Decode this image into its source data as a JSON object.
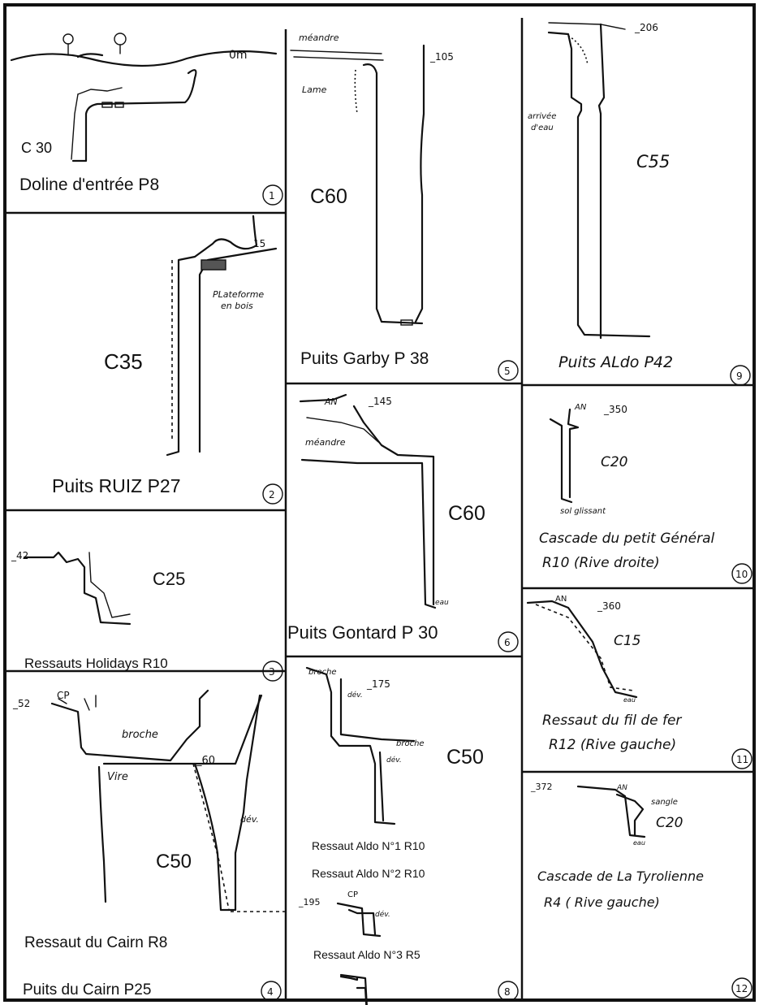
{
  "panels": [
    {
      "id": "1",
      "num": "1",
      "title": "Doline d'entrée P8",
      "labels": [
        "C 30",
        "0m"
      ]
    },
    {
      "id": "2",
      "num": "2",
      "title": "Puits RUIZ  P27",
      "labels": [
        "C35",
        "15",
        "PLateforme",
        "en bois"
      ]
    },
    {
      "id": "3",
      "num": "3",
      "title": "Ressauts Holidays R10",
      "labels": [
        "C25",
        "_42"
      ]
    },
    {
      "id": "4",
      "num": "4",
      "title": "Ressaut du Cairn R8",
      "title2": "Puits du Cairn P25",
      "labels": [
        "C50",
        "_52",
        "CP",
        "broche",
        "_60",
        "Vire",
        "dév."
      ]
    },
    {
      "id": "5",
      "num": "5",
      "title": "Puits Garby P 38",
      "labels": [
        "C60",
        "méandre",
        "Lame",
        "_105"
      ]
    },
    {
      "id": "6",
      "num": "6",
      "title": "Puits Gontard P 30",
      "labels": [
        "C60",
        "_145",
        "méandre",
        "AN",
        "eau"
      ]
    },
    {
      "id": "8",
      "num": "8",
      "title": "Ressaut Aldo N°1 R10",
      "title2": "Ressaut Aldo N°2 R10",
      "title3": "Ressaut Aldo N°3 R5",
      "labels": [
        "C50",
        "broche",
        "_175",
        "dév.",
        "broche",
        "dév.",
        "_195",
        "CP",
        "dév."
      ]
    },
    {
      "id": "9",
      "num": "9",
      "title": "Puits ALdo  P42",
      "labels": [
        "C55",
        "_206",
        "arrivée",
        "d'eau"
      ]
    },
    {
      "id": "10",
      "num": "10",
      "title": "Cascade du petit Général",
      "title2": "R10  (Rive droite)",
      "labels": [
        "C20",
        "_350",
        "AN",
        "sol glissant"
      ]
    },
    {
      "id": "11",
      "num": "11",
      "title": "Ressaut du fil de fer",
      "title2": "R12  (Rive gauche)",
      "labels": [
        "C15",
        "_360",
        "AN",
        "eau"
      ]
    },
    {
      "id": "12",
      "num": "12",
      "title": "Cascade de La Tyrolienne",
      "title2": "R4  ( Rive gauche)",
      "labels": [
        "C20",
        "_372",
        "AN",
        "sangle",
        "eau"
      ]
    }
  ]
}
